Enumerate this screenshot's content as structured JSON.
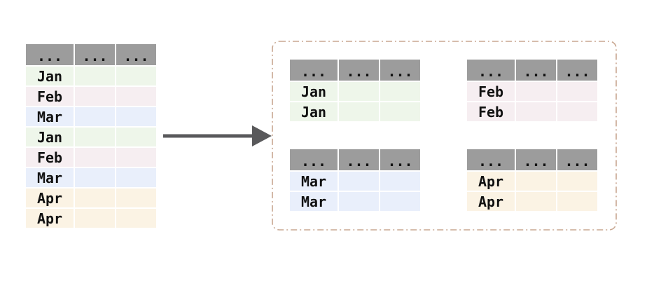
{
  "colors": {
    "header_bg": "#9c9c9c",
    "jan_green": "#eef6ea",
    "feb_pink": "#f6eef1",
    "mar_blue": "#e9effb",
    "apr_cream": "#fbf3e4",
    "arrow": "#59595b",
    "group_border": "#c8a791",
    "text": "#111111"
  },
  "source_table": {
    "headers": [
      "...",
      "...",
      "..."
    ],
    "rows": [
      {
        "label": "Jan",
        "color": "#eef6ea"
      },
      {
        "label": "Feb",
        "color": "#f6eef1"
      },
      {
        "label": "Mar",
        "color": "#e9effb"
      },
      {
        "label": "Jan",
        "color": "#eef6ea"
      },
      {
        "label": "Feb",
        "color": "#f6eef1"
      },
      {
        "label": "Mar",
        "color": "#e9effb"
      },
      {
        "label": "Apr",
        "color": "#fbf3e4"
      },
      {
        "label": "Apr",
        "color": "#fbf3e4"
      }
    ]
  },
  "groups": [
    {
      "key": "jan",
      "headers": [
        "...",
        "...",
        "..."
      ],
      "rows": [
        {
          "label": "Jan",
          "color": "#eef6ea"
        },
        {
          "label": "Jan",
          "color": "#eef6ea"
        }
      ]
    },
    {
      "key": "feb",
      "headers": [
        "...",
        "...",
        "..."
      ],
      "rows": [
        {
          "label": "Feb",
          "color": "#f6eef1"
        },
        {
          "label": "Feb",
          "color": "#f6eef1"
        }
      ]
    },
    {
      "key": "mar",
      "headers": [
        "...",
        "...",
        "..."
      ],
      "rows": [
        {
          "label": "Mar",
          "color": "#e9effb"
        },
        {
          "label": "Mar",
          "color": "#e9effb"
        }
      ]
    },
    {
      "key": "apr",
      "headers": [
        "...",
        "...",
        "..."
      ],
      "rows": [
        {
          "label": "Apr",
          "color": "#fbf3e4"
        },
        {
          "label": "Apr",
          "color": "#fbf3e4"
        }
      ]
    }
  ]
}
